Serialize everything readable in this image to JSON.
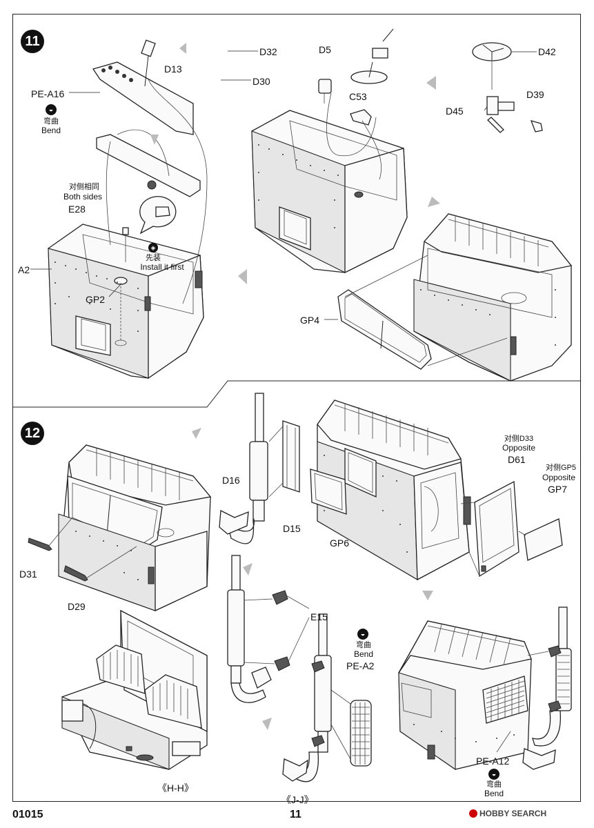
{
  "step11": {
    "number": "11",
    "labels": {
      "pe_a16": "PE-A16",
      "d13": "D13",
      "d32": "D32",
      "d30": "D30",
      "d5": "D5",
      "c53": "C53",
      "d42": "D42",
      "d39": "D39",
      "d45": "D45",
      "e28": "E28",
      "a2": "A2",
      "gp2": "GP2",
      "gp4": "GP4"
    },
    "bend_cn": "弯曲",
    "bend_en": "Bend",
    "both_sides_cn": "对侧相同",
    "both_sides_en": "Both sides",
    "install_first_cn": "先装",
    "install_first_en": "Install it first"
  },
  "step12": {
    "number": "12",
    "labels": {
      "d16": "D16",
      "d15": "D15",
      "gp6": "GP6",
      "d61": "D61",
      "gp7": "GP7",
      "d31": "D31",
      "d29": "D29",
      "e15": "E15",
      "pe_a2": "PE-A2",
      "pe_a12": "PE-A12"
    },
    "opposite_d33_cn": "对侧D33",
    "opposite_d33_en": "Opposite",
    "opposite_gp5_cn": "对侧GP5",
    "opposite_gp5_en": "Opposite",
    "bend_cn": "弯曲",
    "bend_en": "Bend",
    "view_hh": "《H-H》",
    "view_jj": "《J-J》"
  },
  "footer": {
    "code": "01015",
    "page": "11",
    "watermark": "HOBBY SEARCH"
  }
}
